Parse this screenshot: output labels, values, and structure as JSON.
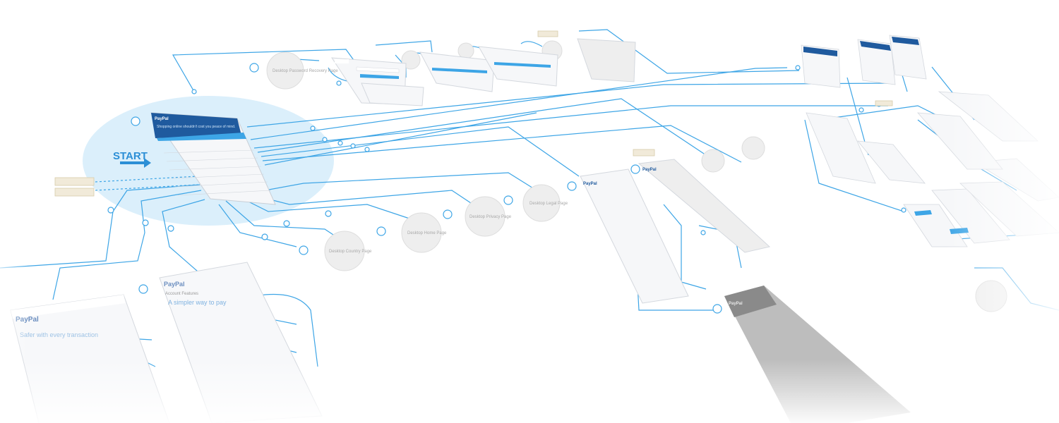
{
  "colors": {
    "flow_line": "#3da5e6",
    "start_bubble": "#dbeffb",
    "start_text": "#2c8fd6",
    "header_blue": "#1f5a9e",
    "screen_bg": "#f6f7f9",
    "screen_border": "#d4d8de",
    "gray_node": "#eeeeee",
    "note_bg": "#f1ead9"
  },
  "start_label": "START",
  "brand": "PayPal",
  "home_screen": {
    "hero_text": "Shopping online shouldn't cost you peace of mind."
  },
  "gray_nodes": [
    "Desktop Password Recovery Page",
    "Desktop Country Page",
    "Desktop Home Page",
    "Desktop Privacy Page",
    "Desktop Legal Page"
  ],
  "account_screen": {
    "section": "Account Features",
    "headline": "A simpler way to pay"
  },
  "security_screen": {
    "headline": "Safer with every transaction"
  }
}
